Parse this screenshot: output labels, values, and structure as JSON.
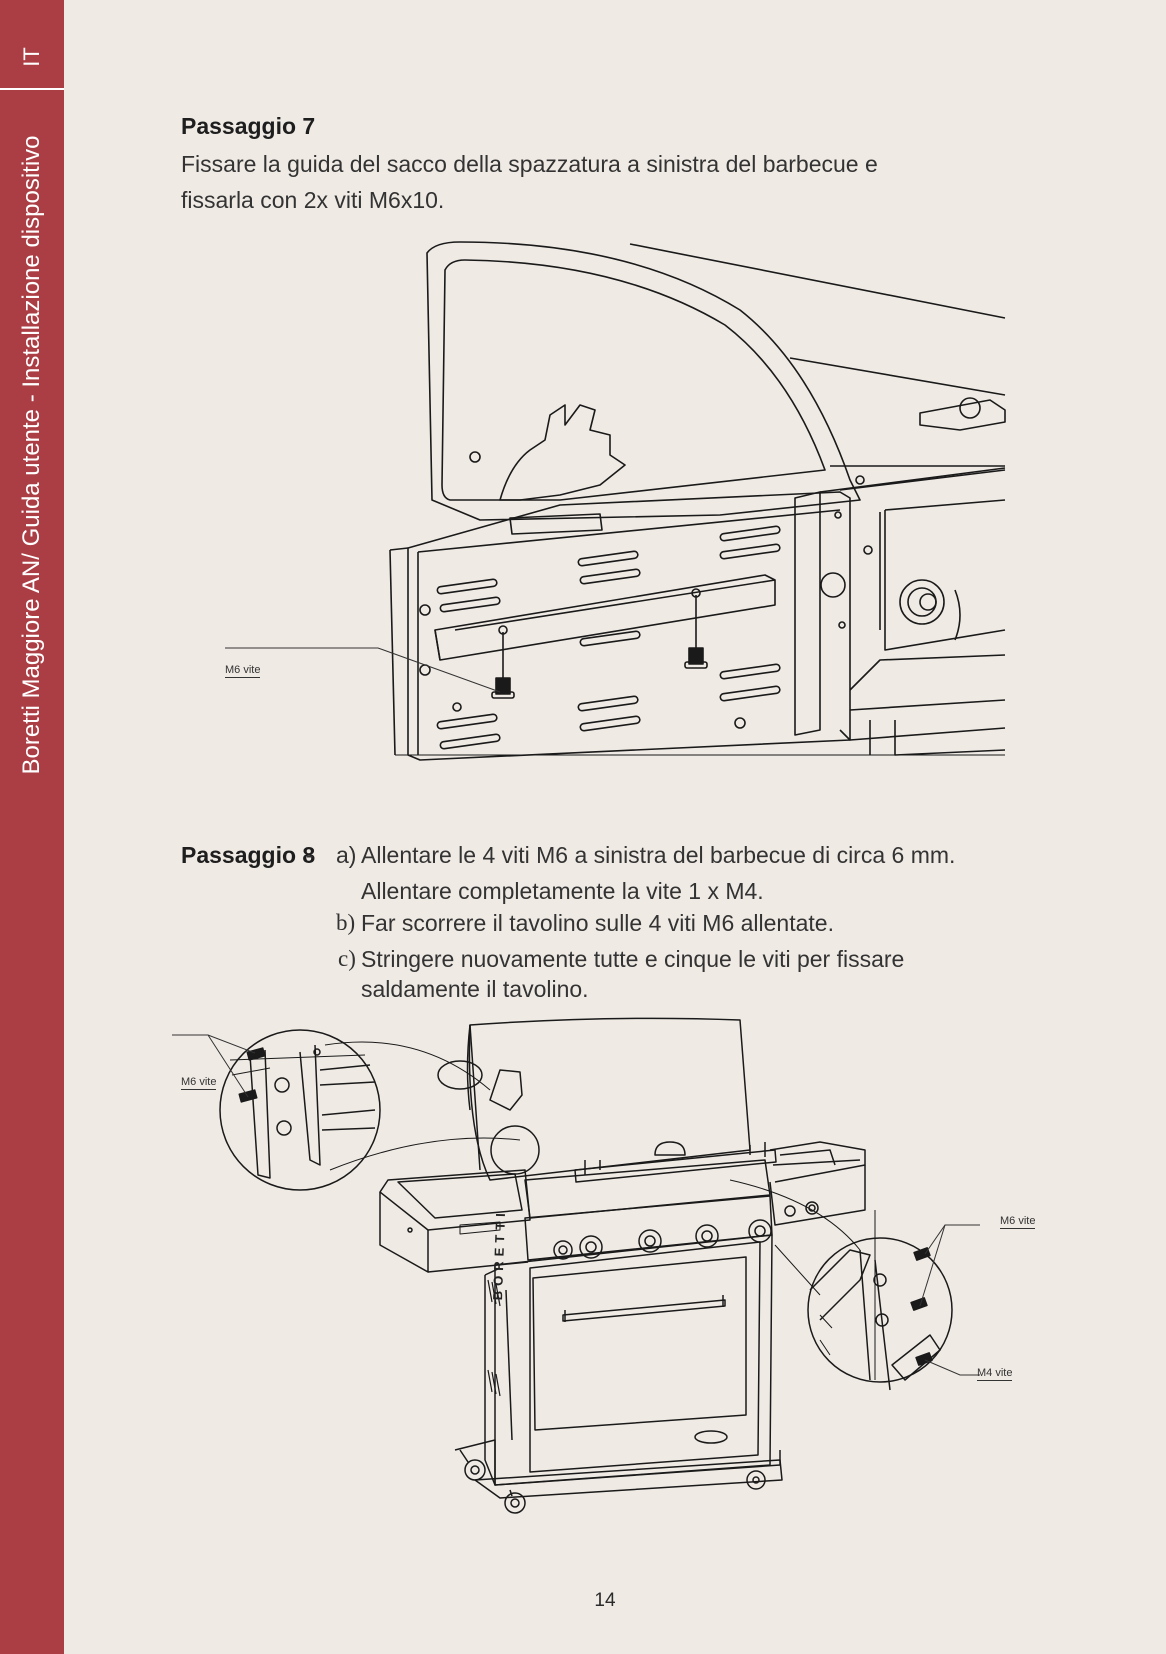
{
  "sidebar": {
    "language": "IT",
    "title": "Boretti Maggiore AN/ Guida utente - Installazione dispositivo"
  },
  "step7": {
    "title": "Passaggio 7",
    "text_line1": "Fissare la guida del sacco della spazzatura a sinistra del barbecue e",
    "text_line2": "fissarla con 2x viti M6x10.",
    "callout_m6": "M6 vite"
  },
  "step8": {
    "title": "Passaggio 8",
    "dash": "-",
    "a_marker": "a)",
    "a_line1": "Allentare le 4 viti M6 a sinistra del barbecue di circa 6 mm.",
    "a_line2": "Allentare completamente la vite 1 x M4.",
    "b_marker": "b)",
    "b_text": "Far scorrere il tavolino sulle 4 viti M6 allentate.",
    "c_marker": "c)",
    "c_line1": "Stringere nuovamente tutte e cinque le viti per fissare",
    "c_line2": "saldamente il tavolino.",
    "callout_m6_left": "M6 vite",
    "callout_m6_right": "M6 vite",
    "callout_m4": "M4 vite",
    "brand_logo_text": "BORETTI"
  },
  "page": {
    "number": "14"
  }
}
